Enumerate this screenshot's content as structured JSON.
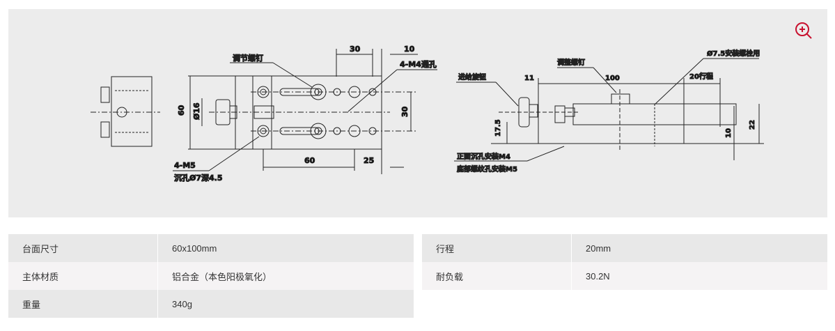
{
  "drawing": {
    "top_view": {
      "dim_30_top": "30",
      "dim_10_top": "10",
      "label_adjust_screw": "调节螺钉",
      "label_through_hole": "4-M4通孔",
      "dim_60_left": "60",
      "dim_phi16": "Ø16",
      "dim_30_right": "30",
      "dim_60_bottom": "60",
      "dim_25_bottom": "25",
      "label_m5": "4-M5",
      "label_counterbore": "沉孔Ø7深4.5"
    },
    "side_view": {
      "label_feed_knob": "进给旋钮",
      "dim_11": "11",
      "label_adjust_screw": "调整螺钉",
      "dim_100": "100",
      "label_bolt_hole": "Ø7.5安装螺栓用",
      "label_stroke": "20行程",
      "dim_17_5": "17.5",
      "dim_22": "22",
      "dim_10": "10",
      "label_front_mount": "正面沉孔安装M4",
      "label_bottom_mount": "底部螺纹孔安装M5"
    }
  },
  "specs_left": [
    {
      "label": "台面尺寸",
      "value": "60x100mm"
    },
    {
      "label": "主体材质",
      "value": "铝合金（本色阳极氧化）"
    },
    {
      "label": "重量",
      "value": "340g"
    }
  ],
  "specs_right": [
    {
      "label": "行程",
      "value": "20mm"
    },
    {
      "label": "耐负载",
      "value": "30.2N"
    }
  ],
  "colors": {
    "zoom_icon": "#c8102e"
  }
}
